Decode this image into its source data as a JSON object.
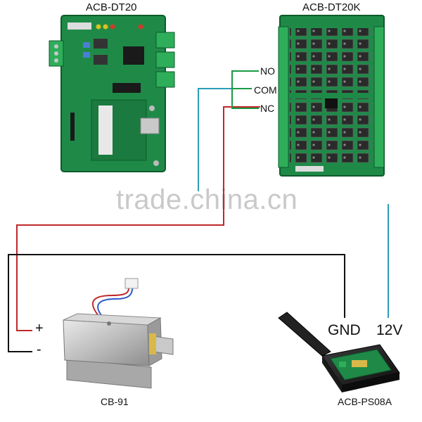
{
  "boards": {
    "controller": "ACB-DT20",
    "expansion": "ACB-DT20K"
  },
  "relay_terminals": [
    "NO",
    "COM",
    "NC"
  ],
  "lock": {
    "model": "CB-91",
    "plus": "+",
    "minus": "-"
  },
  "power_supply": {
    "model": "ACB-PS08A",
    "gnd": "GND",
    "v12": "12V"
  },
  "watermark": "trade.china.cn",
  "colors": {
    "pcb_green": "#1f8a48",
    "wire_red": "#c0282a",
    "wire_teal": "#2b9db8",
    "wire_green": "#1a9a45",
    "wire_black": "#111111"
  }
}
